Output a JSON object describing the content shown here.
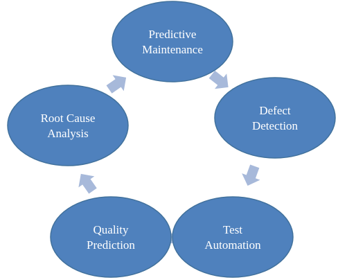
{
  "diagram": {
    "colors": {
      "node_fill": "#4f81bd",
      "node_stroke": "#41719c",
      "arrow_fill": "#a7b9da",
      "text": "#ffffff",
      "background": "#ffffff"
    },
    "nodes": [
      {
        "id": "predictive-maintenance",
        "lines": [
          "Predictive",
          "Maintenance"
        ]
      },
      {
        "id": "defect-detection",
        "lines": [
          "Defect",
          "Detection"
        ]
      },
      {
        "id": "test-automation",
        "lines": [
          "Test",
          "Automation"
        ]
      },
      {
        "id": "quality-prediction",
        "lines": [
          "Quality",
          "Prediction"
        ]
      },
      {
        "id": "root-cause-analysis",
        "lines": [
          "Root Cause",
          "Analysis"
        ]
      }
    ],
    "edges": [
      {
        "from": "predictive-maintenance",
        "to": "defect-detection"
      },
      {
        "from": "defect-detection",
        "to": "test-automation"
      },
      {
        "from": "test-automation",
        "to": "quality-prediction"
      },
      {
        "from": "quality-prediction",
        "to": "root-cause-analysis"
      },
      {
        "from": "root-cause-analysis",
        "to": "predictive-maintenance"
      }
    ]
  }
}
